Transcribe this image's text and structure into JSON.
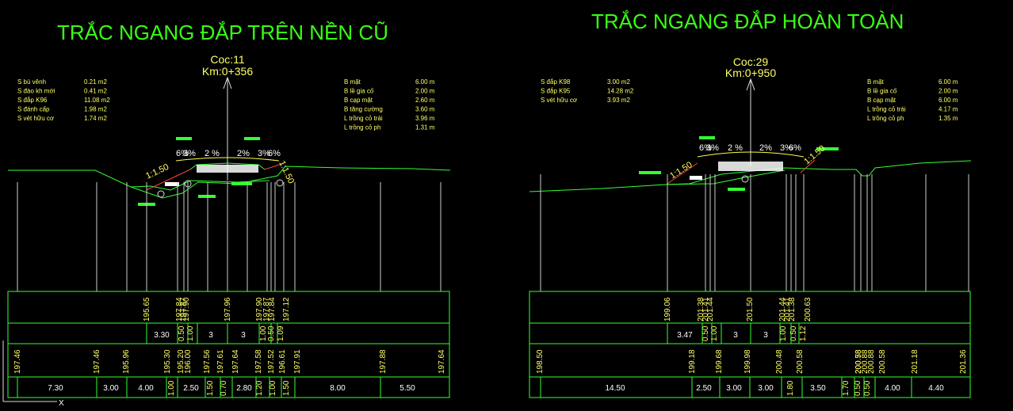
{
  "colors": {
    "background": "#000000",
    "title": "#39ff14",
    "ground": "#33ff33",
    "label": "#ffff66",
    "text": "#ffffff"
  },
  "left": {
    "title": "TRẮC NGANG ĐẮP TRÊN NỀN CŨ",
    "station": "Coc:11",
    "km": "Km:0+356",
    "areas": [
      {
        "label": "S bù vênh",
        "value": "0.21 m2"
      },
      {
        "label": "S đào kh mới",
        "value": "0.41 m2"
      },
      {
        "label": "S đắp K96",
        "value": "11.08 m2"
      },
      {
        "label": "S đánh cấp",
        "value": "1.98 m2"
      },
      {
        "label": "S vét hữu cơ",
        "value": "1.74 m2"
      }
    ],
    "widths": [
      {
        "label": "B mặt",
        "value": "6.00 m"
      },
      {
        "label": "B lề gia cố",
        "value": "2.00 m"
      },
      {
        "label": "B cạp mặt",
        "value": "2.60 m"
      },
      {
        "label": "B tăng cường",
        "value": "3.60 m"
      },
      {
        "label": "L trồng cỏ trái",
        "value": "3.96 m"
      },
      {
        "label": "L trồng cỏ ph",
        "value": "1.31 m"
      }
    ],
    "slope_left": "1:1.50",
    "slope_right": "1:1.50",
    "grades": [
      "6%",
      "3%",
      "2 %",
      "2%",
      "3%",
      "6%"
    ],
    "design_elev": [
      "195.65",
      "197.84",
      "197.87",
      "197.90",
      "197.96",
      "197.90",
      "197.87",
      "197.84",
      "197.12"
    ],
    "mid_dist": [
      "3.30",
      "0.50",
      "1.00",
      "3",
      "3",
      "1.00",
      "0.50",
      "1.09"
    ],
    "natural_elev": [
      "197.46",
      "197.46",
      "195.96",
      "195.30",
      "195.20",
      "196.00",
      "197.56",
      "197.61",
      "197.64",
      "197.58",
      "197.52",
      "196.61",
      "197.91",
      "197.88",
      "197.64"
    ],
    "bottom_dist": [
      "7.30",
      "3.00",
      "4.00",
      "1.00",
      "2.50",
      "1.50",
      "0.70",
      "2.80",
      "1.20",
      "1.00",
      "1.50",
      "8.00",
      "5.50"
    ]
  },
  "right": {
    "title": "TRẮC NGANG ĐẮP HOÀN TOÀN",
    "station": "Coc:29",
    "km": "Km:0+950",
    "areas": [
      {
        "label": "S đắp K98",
        "value": "3.00 m2"
      },
      {
        "label": "S đắp K95",
        "value": "14.28 m2"
      },
      {
        "label": "S vét hữu cơ",
        "value": "3.93 m2"
      }
    ],
    "widths": [
      {
        "label": "B mặt",
        "value": "6.00 m"
      },
      {
        "label": "B lề gia cố",
        "value": "2.00 m"
      },
      {
        "label": "B cạp mặt",
        "value": "6.00 m"
      },
      {
        "label": "L trồng cỏ trái",
        "value": "4.17 m"
      },
      {
        "label": "L trồng cỏ ph",
        "value": "1.35 m"
      }
    ],
    "slope_left": "1:1.50",
    "slope_right": "1:1.50",
    "grades": [
      "6%",
      "3%",
      "2 %",
      "2%",
      "3%",
      "6%"
    ],
    "design_elev": [
      "199.06",
      "201.38",
      "201.41",
      "201.44",
      "201.50",
      "201.44",
      "201.41",
      "201.38",
      "200.63"
    ],
    "mid_dist": [
      "3.47",
      "0.50",
      "1.00",
      "3",
      "3",
      "1.00",
      "0.50",
      "1.12"
    ],
    "natural_elev": [
      "198.50",
      "199.18",
      "199.68",
      "199.98",
      "200.48",
      "200.58",
      "200.78",
      "200.58",
      "200.88",
      "200.88",
      "200.58",
      "201.18",
      "201.36"
    ],
    "bottom_dist": [
      "14.50",
      "2.50",
      "3.00",
      "3.00",
      "1.80",
      "3.50",
      "1.70",
      "0.50",
      "0.50",
      "4.00",
      "4.40"
    ]
  }
}
